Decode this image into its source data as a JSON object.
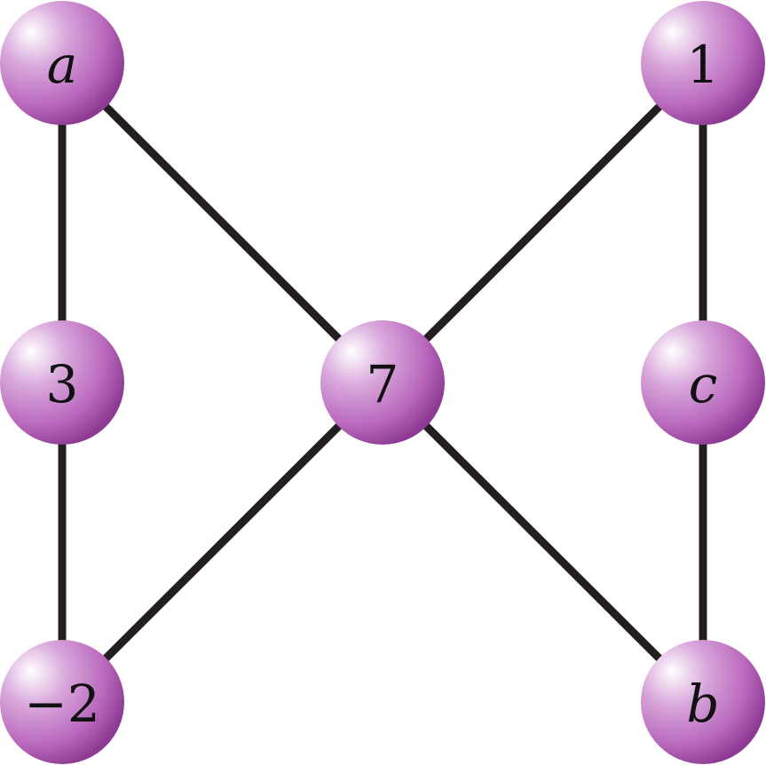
{
  "colors": {
    "node_highlight": "#ffffff",
    "node_mid": "#d9a8dc",
    "node_base": "#b968bd",
    "node_shadow": "#8e3a94",
    "edge": "#231f20",
    "label": "#111111",
    "background": "#ffffff"
  },
  "nodes": [
    {
      "id": "a",
      "label": "a",
      "italic": true
    },
    {
      "id": "one",
      "label": "1",
      "italic": false
    },
    {
      "id": "three",
      "label": "3",
      "italic": false
    },
    {
      "id": "seven",
      "label": "7",
      "italic": false
    },
    {
      "id": "c",
      "label": "c",
      "italic": true
    },
    {
      "id": "minus-two",
      "label": "−2",
      "italic": false
    },
    {
      "id": "b",
      "label": "b",
      "italic": true
    }
  ],
  "edges": [
    {
      "from": "a",
      "to": "three"
    },
    {
      "from": "a",
      "to": "seven"
    },
    {
      "from": "three",
      "to": "minus-two"
    },
    {
      "from": "minus-two",
      "to": "seven"
    },
    {
      "from": "one",
      "to": "seven"
    },
    {
      "from": "one",
      "to": "c"
    },
    {
      "from": "c",
      "to": "b"
    },
    {
      "from": "seven",
      "to": "b"
    }
  ]
}
